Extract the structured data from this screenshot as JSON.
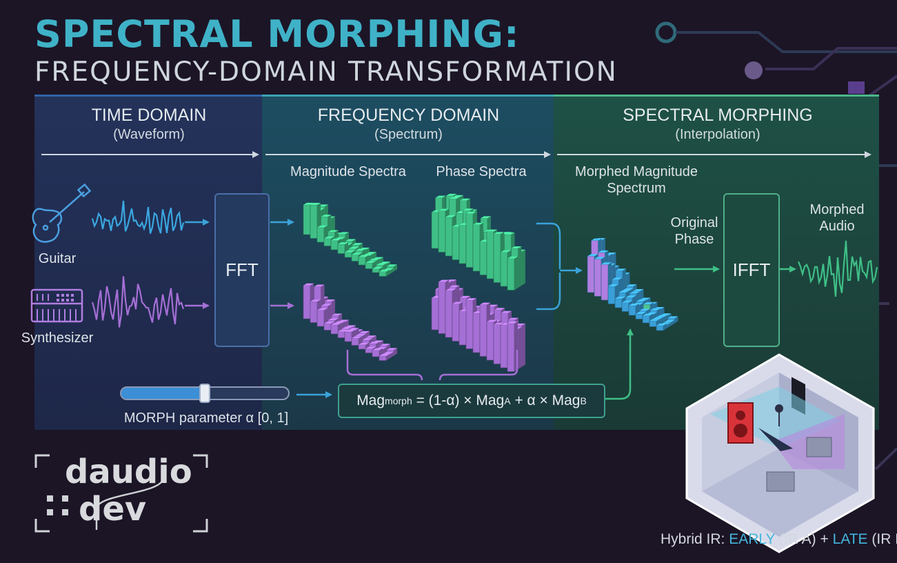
{
  "title": "SPECTRAL MORPHING:",
  "subtitle": "FREQUENCY-DOMAIN TRANSFORMATION",
  "sections": {
    "time": {
      "title": "TIME DOMAIN",
      "sub": "(Waveform)"
    },
    "freq": {
      "title": "FREQUENCY DOMAIN",
      "sub": "(Spectrum)"
    },
    "morph": {
      "title": "SPECTRAL MORPHING",
      "sub": "(Interpolation)"
    }
  },
  "inputs": {
    "guitar": "Guitar",
    "synth": "Synthesizer"
  },
  "blocks": {
    "fft": "FFT",
    "ifft": "IFFT"
  },
  "labels": {
    "magnitude": "Magnitude Spectra",
    "phase": "Phase Spectra",
    "morphed_mag_1": "Morphed Magnitude",
    "morphed_mag_2": "Spectrum",
    "orig_phase_1": "Original",
    "orig_phase_2": "Phase",
    "morphed_audio_1": "Morphed",
    "morphed_audio_2": "Audio"
  },
  "formula": {
    "lhs": "Mag",
    "lhs_sub": "morph",
    "mid1": " = (1-α) × Mag",
    "sub_a": "A",
    "mid2": " + α × Mag",
    "sub_b": "B"
  },
  "slider": {
    "label": "MORPH parameter α [0, 1]",
    "value": 0.5
  },
  "logo": {
    "line1": "daudio",
    "line2": "dev"
  },
  "caption": {
    "prefix": "Hybrid IR: ",
    "early": "EARLY",
    "mid": " (IR A) + ",
    "late": "LATE",
    "suffix": " (IR B)"
  },
  "colors": {
    "blue": "#3a9fd8",
    "green": "#3fbf86",
    "purple": "#a56fd6",
    "accent": "#3fb2c8"
  }
}
